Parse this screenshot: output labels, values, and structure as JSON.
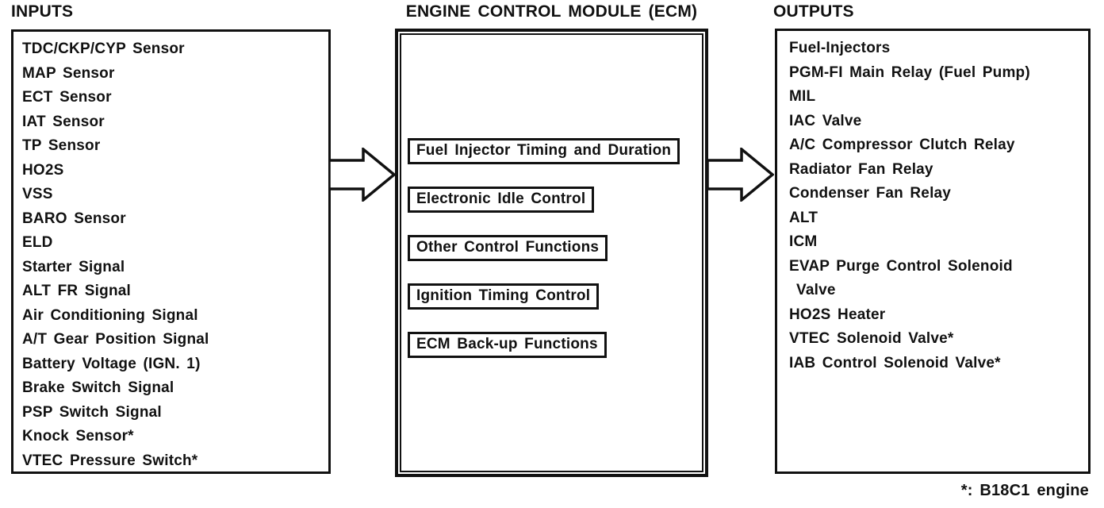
{
  "diagram": {
    "colors": {
      "ink": "#111111",
      "paper": "#ffffff"
    },
    "icons": {
      "flow_arrow": "block-arrow-right-icon"
    },
    "inputs": {
      "title": "INPUTS",
      "items": [
        "TDC/CKP/CYP Sensor",
        "MAP Sensor",
        "ECT Sensor",
        "IAT Sensor",
        "TP Sensor",
        "HO2S",
        "VSS",
        "BARO Sensor",
        "ELD",
        "Starter Signal",
        "ALT FR Signal",
        "Air Conditioning Signal",
        "A/T Gear Position Signal",
        "Battery Voltage (IGN. 1)",
        "Brake Switch Signal",
        "PSP Switch Signal",
        "Knock Sensor*",
        "VTEC Pressure Switch*"
      ]
    },
    "ecm": {
      "title": "ENGINE CONTROL MODULE (ECM)",
      "functions": [
        "Fuel Injector Timing and Duration",
        "Electronic Idle Control",
        "Other Control Functions",
        "Ignition Timing Control",
        "ECM Back-up Functions"
      ]
    },
    "outputs": {
      "title": "OUTPUTS",
      "items": [
        {
          "label": "Fuel-Injectors"
        },
        {
          "label": "PGM-FI Main Relay (Fuel Pump)"
        },
        {
          "label": "MIL"
        },
        {
          "label": "IAC Valve"
        },
        {
          "label": "A/C Compressor Clutch Relay"
        },
        {
          "label": "Radiator Fan Relay"
        },
        {
          "label": "Condenser Fan Relay"
        },
        {
          "label": "ALT"
        },
        {
          "label": "ICM"
        },
        {
          "label": "EVAP Purge Control Solenoid"
        },
        {
          "label": "Valve",
          "indent": true
        },
        {
          "label": "HO2S Heater"
        },
        {
          "label": "VTEC Solenoid Valve*"
        },
        {
          "label": "IAB Control Solenoid Valve*"
        }
      ]
    },
    "footnote": "*: B18C1 engine"
  }
}
